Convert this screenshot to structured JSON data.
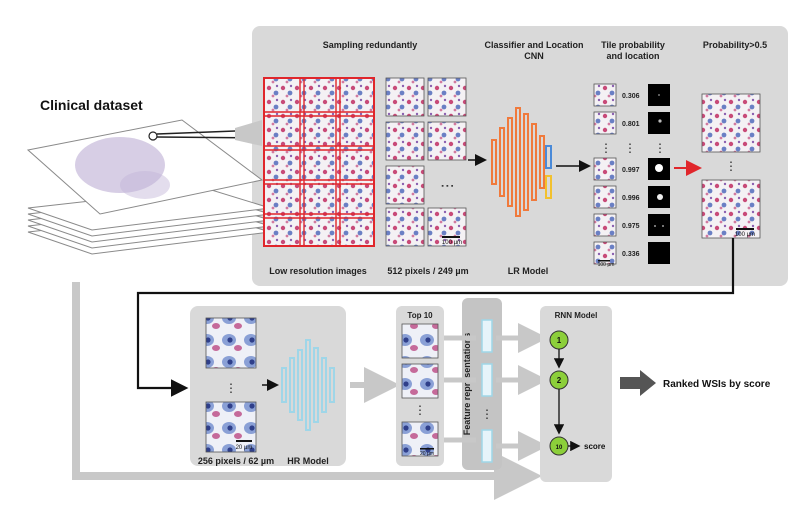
{
  "dataset": {
    "label": "Clinical  dataset"
  },
  "lr_stage": {
    "sampling_label": "Sampling redundantly",
    "classifier_label_line1": "Classifier and Location",
    "classifier_label_line2": "CNN",
    "tile_label_line1": "Tile probability",
    "tile_label_line2": "and location",
    "prob_label": "Probability>0.5",
    "lowres_label": "Low resolution images",
    "tile_size_label": "512 pixels / 249 µm",
    "model_label": "LR Model",
    "scale_tile": "100 µm",
    "scale_prob_tile": "100 µm",
    "scale_pos_tile": "100 µm",
    "probabilities": [
      "0.306",
      "0.801",
      "0.997",
      "0.996",
      "0.975",
      "0.336"
    ],
    "ellipsis": "⋮"
  },
  "hr_stage": {
    "tile_size_label": "256 pixels / 62 µm",
    "model_label": "HR Model",
    "scale": "20 µm",
    "ellipsis": "⋮"
  },
  "top10": {
    "label": "Top 10",
    "scale": "20 µm",
    "ellipsis": "⋮"
  },
  "features": {
    "label": "Feature  representations"
  },
  "rnn": {
    "label": "RNN Model",
    "nodes": [
      "1",
      "2",
      "10"
    ],
    "score_label": "score"
  },
  "output": {
    "label": "Ranked WSIs by score"
  },
  "colors": {
    "panel": "#d9d9d9",
    "panel_dark": "#bdbdbd",
    "red": "#e0262b",
    "lr_orange": "#f07a3c",
    "hr_blue": "#9fd6e8",
    "rnn_green": "#8ccf3a",
    "arrow_gray": "#bfbfbf"
  }
}
